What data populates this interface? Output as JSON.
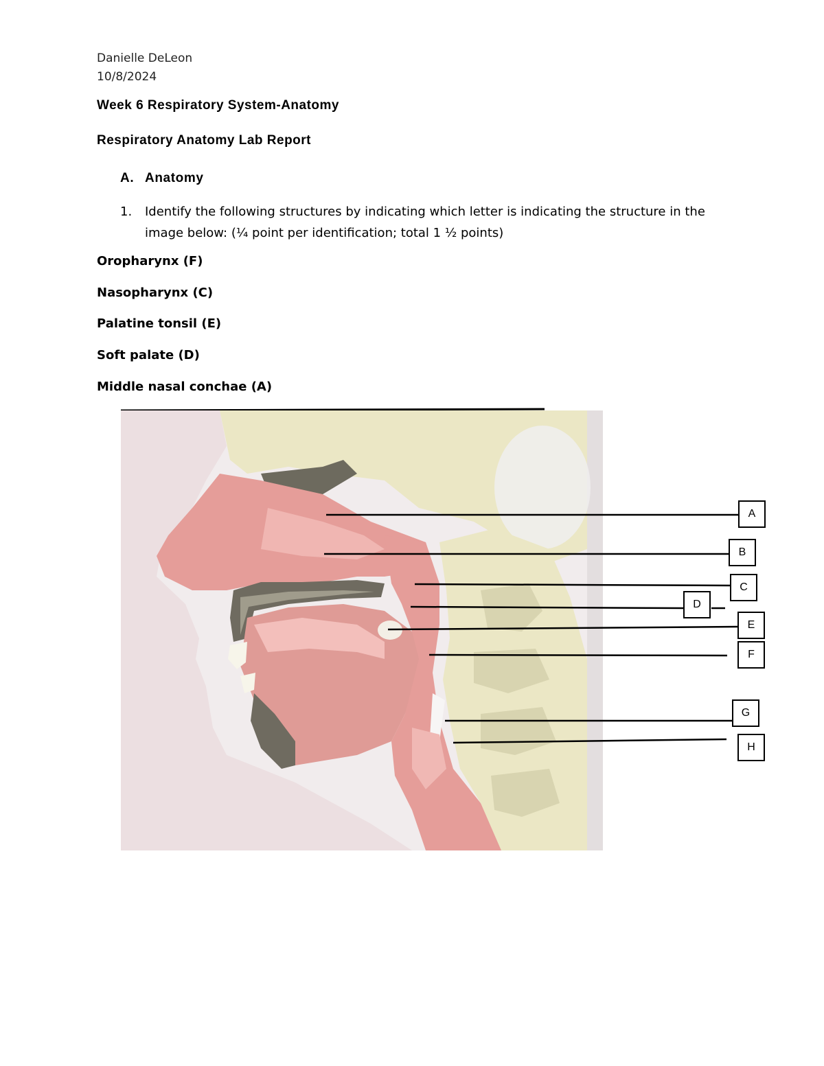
{
  "header": {
    "author": "Danielle DeLeon",
    "date": "10/8/2024",
    "week_title": "Week 6 Respiratory System-Anatomy",
    "report_title": "Respiratory Anatomy Lab Report"
  },
  "section": {
    "marker": "A.",
    "title": "Anatomy"
  },
  "question": {
    "number": "1.",
    "text": "Identify the following structures by indicating which letter is indicating the structure in the image below: (¼ point per identification; total 1 ½ points)"
  },
  "answers": [
    "Oropharynx (F)",
    "Nasopharynx (C)",
    "Palatine tonsil (E)",
    "Soft palate (D)",
    "Middle nasal conchae (A)"
  ],
  "figure": {
    "labels": [
      "A",
      "B",
      "C",
      "D",
      "E",
      "F",
      "G",
      "H"
    ]
  },
  "colors": {
    "tissue_pink": "#e7a39e",
    "bone": "#ebe7c5",
    "background_panel": "#e3dedf"
  }
}
